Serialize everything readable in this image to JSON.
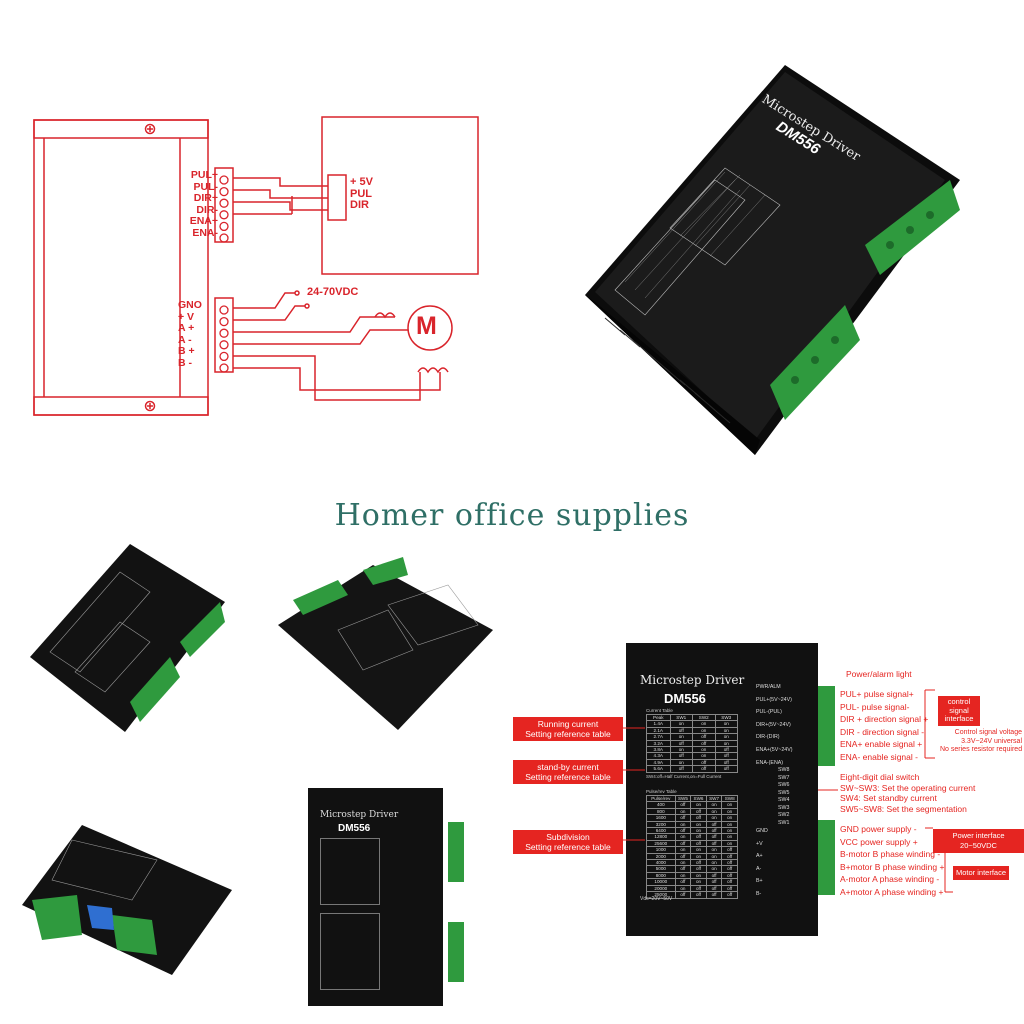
{
  "watermark": "Homer office supplies",
  "wiring": {
    "signal_pins": [
      "PUL+",
      "PUL-",
      "DIR+",
      "DIR-",
      "ENA+",
      "ENA-"
    ],
    "controller_pins": [
      "+ 5V",
      "PUL",
      "DIR"
    ],
    "power_pins": [
      "GNO",
      "+ V",
      "A +",
      "A -",
      "B +",
      "B -"
    ],
    "supply_label": "24-70VDC",
    "motor_label": "M"
  },
  "driver": {
    "name": "Microstep Driver",
    "model": "DM556",
    "right_labels": [
      "PWR/ALM",
      "PUL+(5V~24V)",
      "PUL-(PUL)",
      "DIR+(5V~24V)",
      "DIR-(DIR)",
      "ENA+(5V~24V)",
      "ENA-(ENA)"
    ],
    "switches": [
      "SW8",
      "SW7",
      "SW6",
      "SW5",
      "SW4",
      "SW3",
      "SW2",
      "SW1"
    ],
    "power_labels": [
      "GND",
      "+V",
      "A+",
      "A-",
      "B+",
      "B-"
    ],
    "current_table_title": "Current Table",
    "current_header": [
      "Peak",
      "SW1",
      "SW2",
      "SW3"
    ],
    "current_rows": [
      [
        "1.4A",
        "on",
        "on",
        "on"
      ],
      [
        "2.1A",
        "off",
        "on",
        "on"
      ],
      [
        "2.7A",
        "on",
        "off",
        "on"
      ],
      [
        "3.2A",
        "off",
        "off",
        "on"
      ],
      [
        "3.8A",
        "on",
        "on",
        "off"
      ],
      [
        "4.3A",
        "off",
        "on",
        "off"
      ],
      [
        "4.9A",
        "on",
        "off",
        "off"
      ],
      [
        "5.6A",
        "off",
        "off",
        "off"
      ]
    ],
    "current_note": "SW4:off=Half Current,on=Full Current",
    "pulse_table_title": "Pulse/rev Table",
    "pulse_header": [
      "Pulse/rev",
      "SW5",
      "SW6",
      "SW7",
      "SW8"
    ],
    "pulse_rows": [
      [
        "400",
        "off",
        "on",
        "on",
        "on"
      ],
      [
        "800",
        "on",
        "off",
        "on",
        "on"
      ],
      [
        "1600",
        "off",
        "off",
        "on",
        "on"
      ],
      [
        "3200",
        "on",
        "on",
        "off",
        "on"
      ],
      [
        "6400",
        "off",
        "on",
        "off",
        "on"
      ],
      [
        "12800",
        "on",
        "off",
        "off",
        "on"
      ],
      [
        "25600",
        "off",
        "off",
        "off",
        "on"
      ],
      [
        "1000",
        "on",
        "on",
        "on",
        "off"
      ],
      [
        "2000",
        "off",
        "on",
        "on",
        "off"
      ],
      [
        "4000",
        "on",
        "off",
        "on",
        "off"
      ],
      [
        "5000",
        "off",
        "off",
        "on",
        "off"
      ],
      [
        "8000",
        "on",
        "on",
        "off",
        "off"
      ],
      [
        "10000",
        "off",
        "on",
        "off",
        "off"
      ],
      [
        "20000",
        "on",
        "off",
        "off",
        "off"
      ],
      [
        "25000",
        "off",
        "off",
        "off",
        "off"
      ]
    ],
    "voltage_note": "Vdc=20V~50V"
  },
  "annotations": {
    "running_current": "Running current\nSetting reference table",
    "standby_current": "stand-by current\nSetting reference table",
    "subdivision": "Subdivision\nSetting reference table",
    "power_alarm": "Power/alarm light",
    "signals": "PUL+ pulse signal+\nPUL- pulse signal-\nDIR + direction signal +\nDIR - direction signal -\nENA+ enable signal +\nENA- enable signal -",
    "control_interface": "control\nsignal\ninterface",
    "control_voltage": "Control signal voltage\n3.3V~24V universal\nNo series resistor required",
    "dial_switch": "Eight-digit dial switch\nSW~SW3: Set the operating current\nSW4: Set standby current\nSW5~SW8: Set the segmentation",
    "power_lines": "GND power supply -\nVCC power supply +",
    "power_interface": "Power interface 20~50VDC",
    "motor_lines": "B-motor B phase winding -\nB+motor B phase winding +\nA-motor A phase winding -\nA+motor A phase winding +",
    "motor_interface": "Motor interface"
  },
  "colors": {
    "wiring_red": "#d9242b",
    "terminal_green": "#2f9a3e",
    "driver_black": "#141414",
    "annotation_red": "#e52521",
    "watermark": "#2f6f66"
  }
}
